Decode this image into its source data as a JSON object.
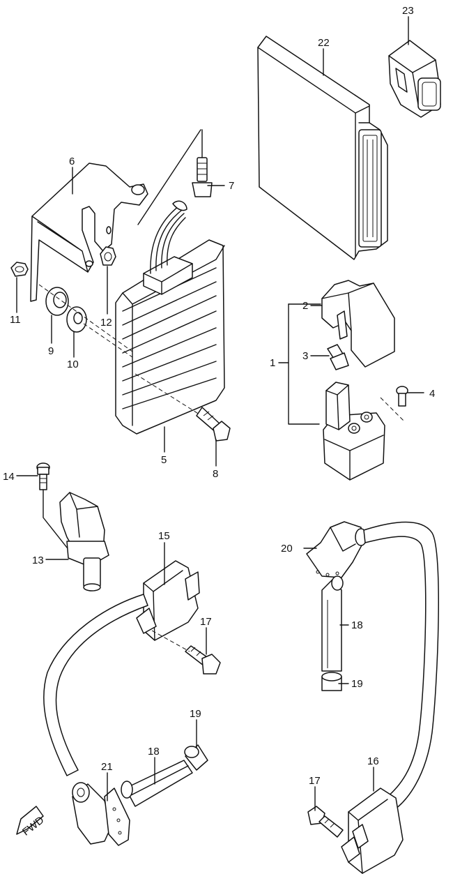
{
  "labels": {
    "c1": "1",
    "c2": "2",
    "c3": "3",
    "c4": "4",
    "c5": "5",
    "c6": "6",
    "c7": "7",
    "c8": "8",
    "c9": "9",
    "c10": "10",
    "c11": "11",
    "c12": "12",
    "c13": "13",
    "c14": "14",
    "c15": "15",
    "c16": "16",
    "c17a": "17",
    "c17b": "17",
    "c18a": "18",
    "c18b": "18",
    "c19a": "19",
    "c19b": "19",
    "c20": "20",
    "c21": "21",
    "c22": "22",
    "c23": "23"
  },
  "fwd": "FWD"
}
